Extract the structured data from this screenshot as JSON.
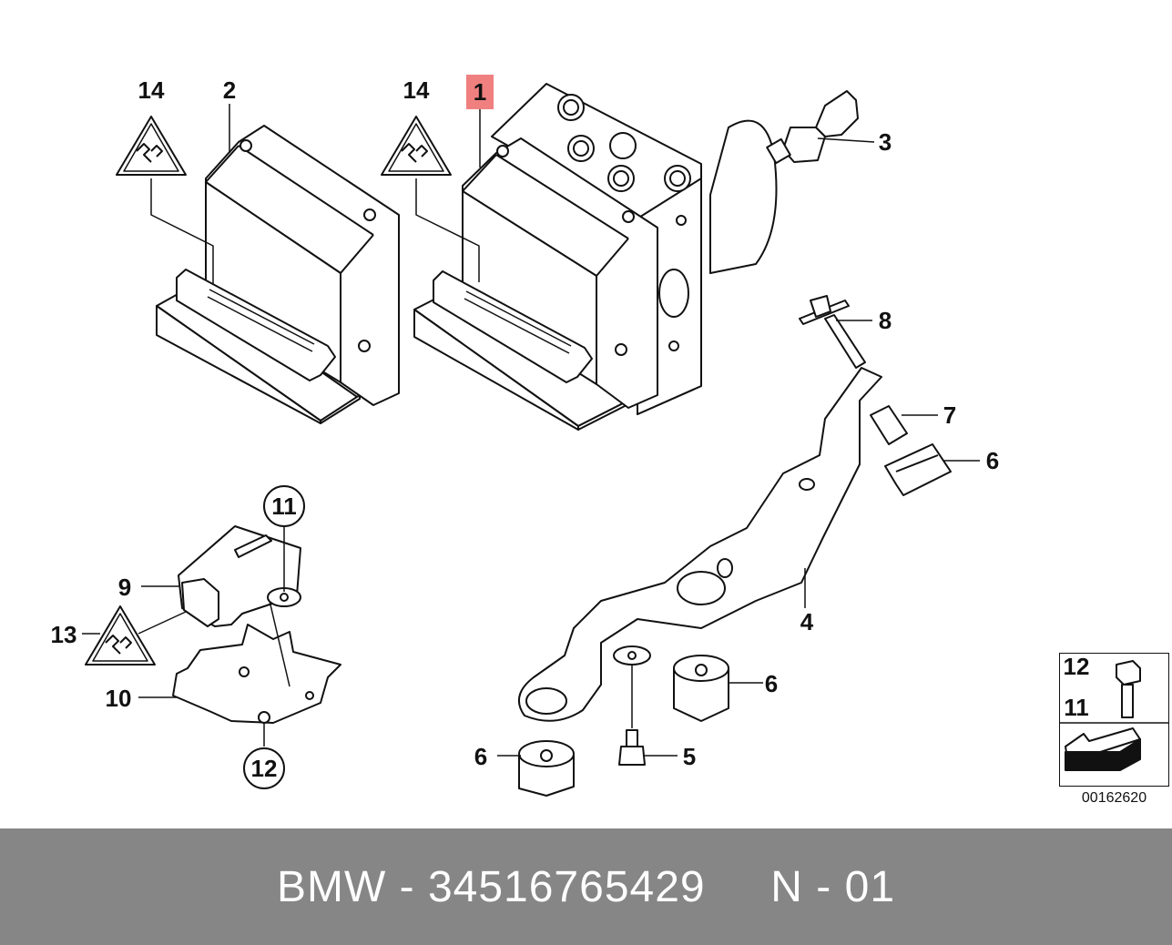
{
  "callouts": {
    "c1": "1",
    "c2": "2",
    "c3": "3",
    "c4": "4",
    "c5": "5",
    "c6a": "6",
    "c6b": "6",
    "c6c": "6",
    "c7": "7",
    "c8": "8",
    "c9": "9",
    "c10": "10",
    "c11": "11",
    "c12": "12",
    "c13": "13",
    "c14a": "14",
    "c14b": "14"
  },
  "inset": {
    "label_top": "12",
    "label_bottom": "11",
    "code": "00162620"
  },
  "footer": {
    "brand": "BMW",
    "sep": " - ",
    "part_number": "34516765429",
    "note": "N - 01"
  },
  "colors": {
    "highlight": "#f08080",
    "footer_bg": "#868686",
    "line": "#111111"
  }
}
